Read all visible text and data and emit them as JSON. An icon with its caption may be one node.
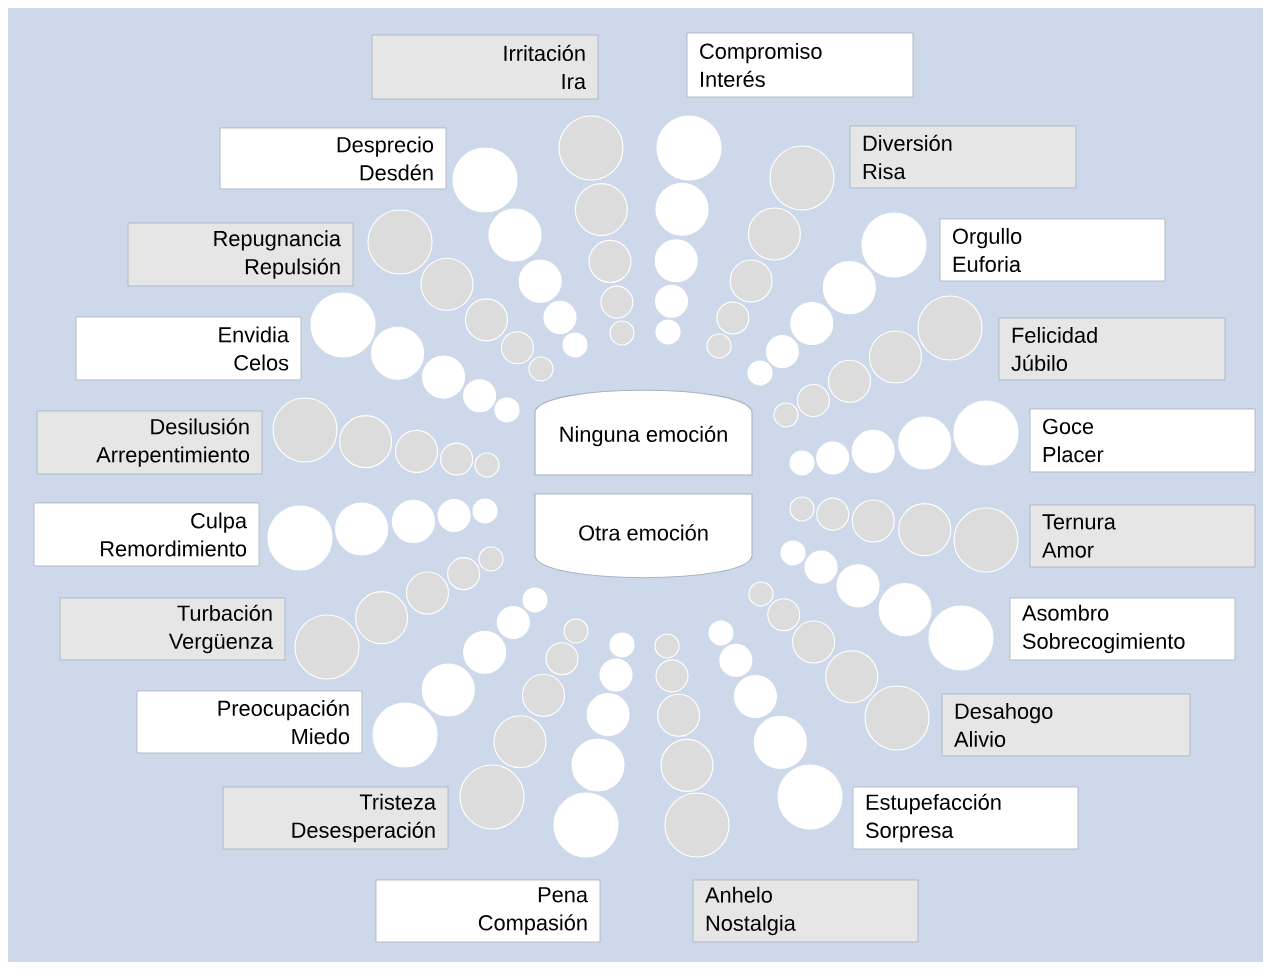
{
  "diagram": {
    "nodes": [
      {
        "text": [
          "Irritación",
          "Ira"
        ]
      },
      {
        "text": [
          "Compromiso",
          "Interés"
        ]
      },
      {
        "text": [
          "Diversión",
          "Risa"
        ]
      },
      {
        "text": [
          "Orgullo",
          "Euforia"
        ]
      },
      {
        "text": [
          "Felicidad",
          "Júbilo"
        ]
      },
      {
        "text": [
          "Goce",
          "Placer"
        ]
      },
      {
        "text": [
          "Ternura",
          "Amor"
        ]
      },
      {
        "text": [
          "Asombro",
          "Sobrecogimiento"
        ]
      },
      {
        "text": [
          "Desahogo",
          "Alivio"
        ]
      },
      {
        "text": [
          "Estupefacción",
          "Sorpresa"
        ]
      },
      {
        "text": [
          "Anhelo",
          "Nostalgia"
        ]
      },
      {
        "text": [
          "Pena",
          "Compasión"
        ]
      },
      {
        "text": [
          "Tristeza",
          "Desesperación"
        ]
      },
      {
        "text": [
          "Preocupación",
          "Miedo"
        ]
      },
      {
        "text": [
          "Turbación",
          "Vergüenza"
        ]
      },
      {
        "text": [
          "Culpa",
          "Remordimiento"
        ]
      },
      {
        "text": [
          "Desilusión",
          "Arrepentimiento"
        ]
      },
      {
        "text": [
          "Envidia",
          "Celos"
        ]
      },
      {
        "text": [
          "Repugnancia",
          "Repulsión"
        ]
      },
      {
        "text": [
          "Desprecio",
          "Desdén"
        ]
      },
      {
        "text": [
          "Ninguna emoción"
        ]
      },
      {
        "text": [
          "Otra emoción"
        ]
      }
    ]
  }
}
